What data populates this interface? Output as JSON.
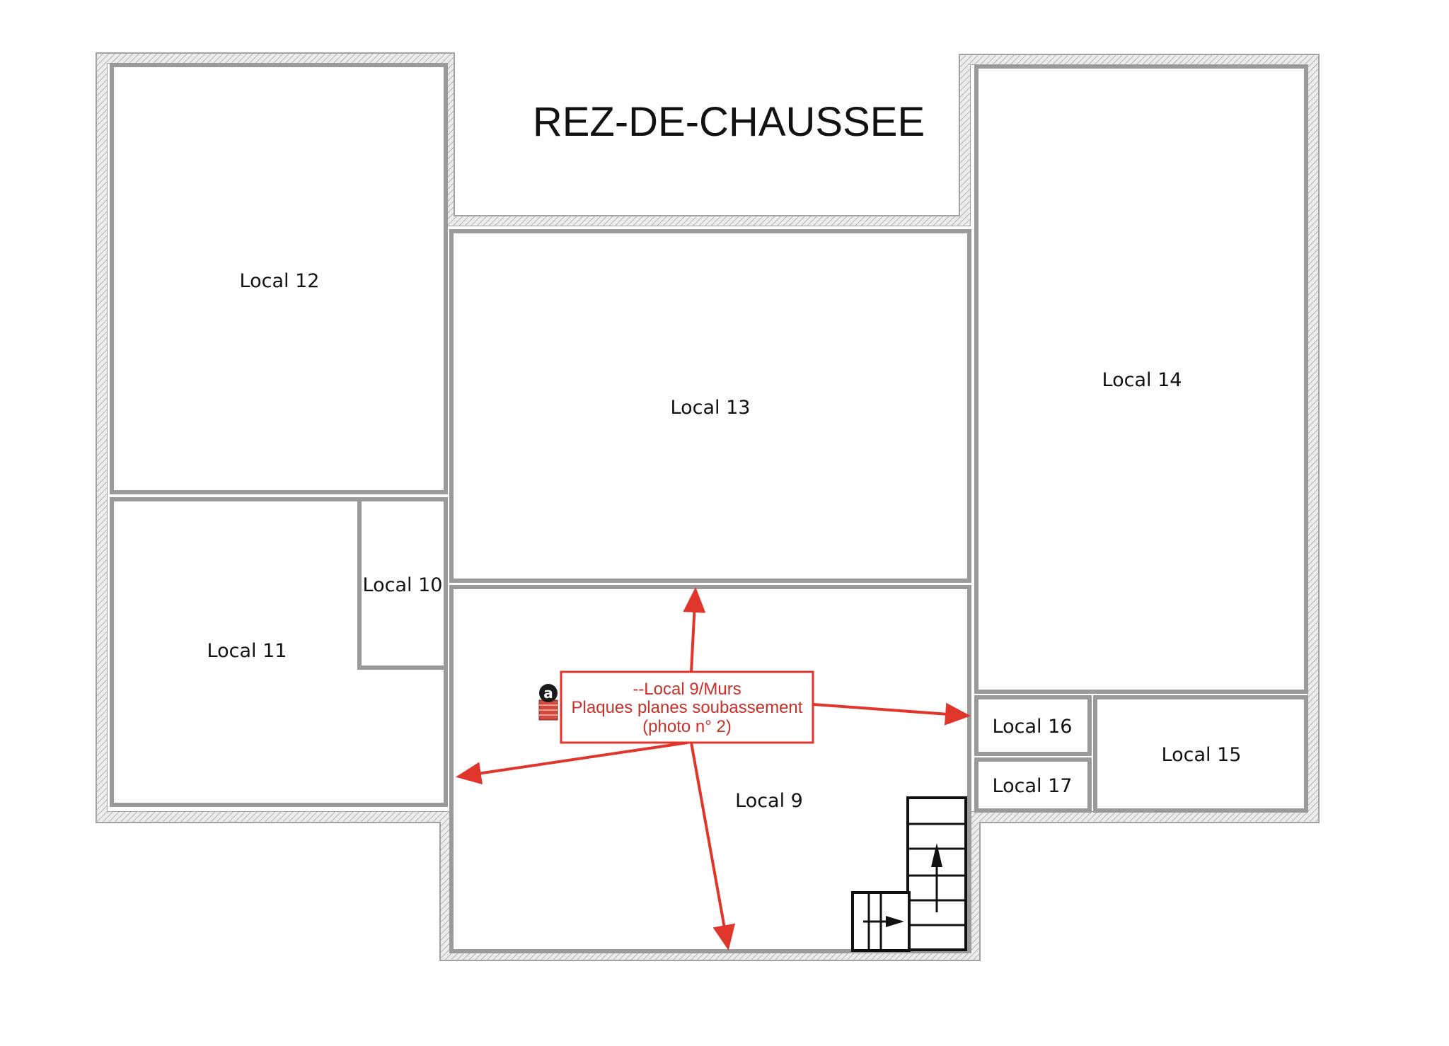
{
  "plan": {
    "title": "REZ-DE-CHAUSSEE",
    "rooms": {
      "local9": "Local 9",
      "local10": "Local 10",
      "local11": "Local 11",
      "local12": "Local 12",
      "local13": "Local 13",
      "local14": "Local 14",
      "local15": "Local 15",
      "local16": "Local 16",
      "local17": "Local 17"
    },
    "annotation": {
      "line1": "--Local 9/Murs",
      "line2": "Plaques planes soubassement",
      "line3": "(photo n° 2)",
      "badge_letter": "a",
      "color": "#e0352b"
    },
    "colors": {
      "wall_outline": "#a3a3a3",
      "room_outline": "#9a9a9a",
      "background": "#ffffff"
    }
  }
}
